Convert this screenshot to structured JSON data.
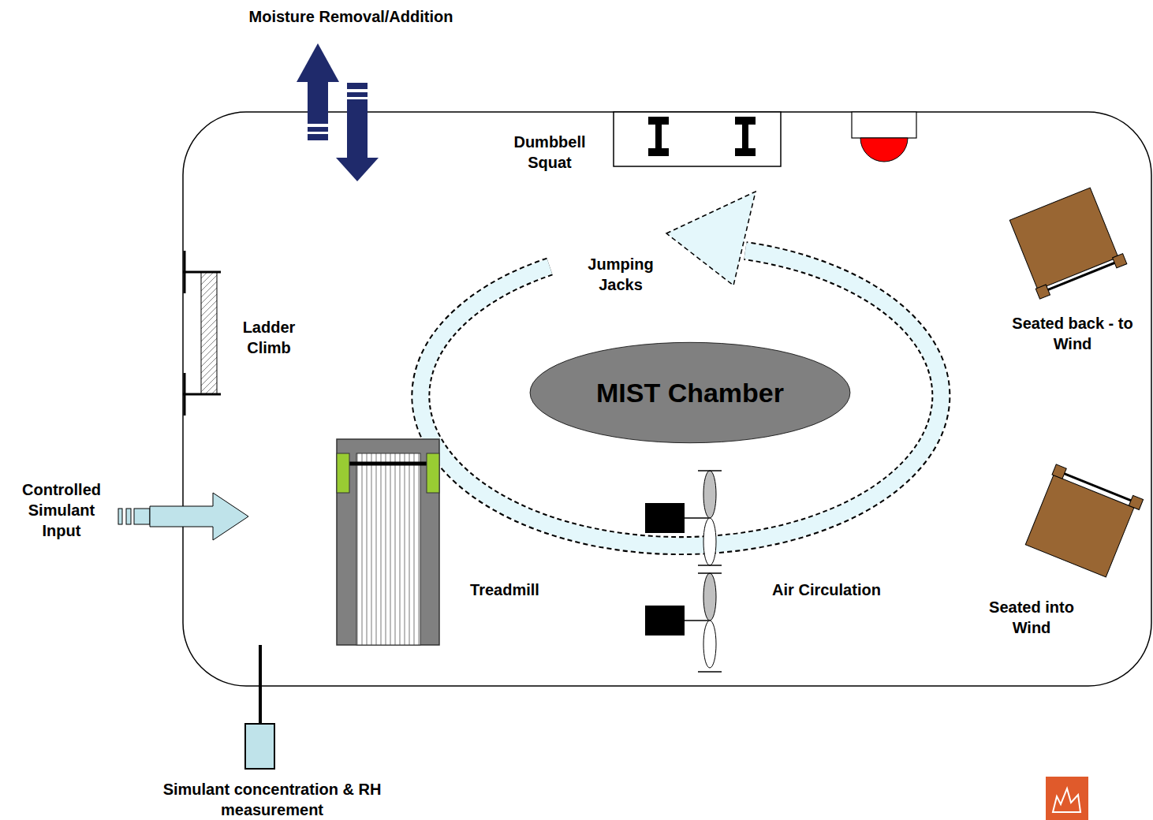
{
  "diagram": {
    "nodes": [
      {
        "text": [
          "MIST Chamber"
        ]
      }
    ],
    "labels": [
      "Moisture Removal/Addition",
      "Dumbbell Squat",
      "Jumping Jacks",
      "Ladder Climb",
      "Controlled Simulant Input",
      "Treadmill",
      "Air Circulation",
      "Seated back - to Wind",
      "Seated into Wind",
      "Simulant concentration & RH measurement"
    ]
  }
}
